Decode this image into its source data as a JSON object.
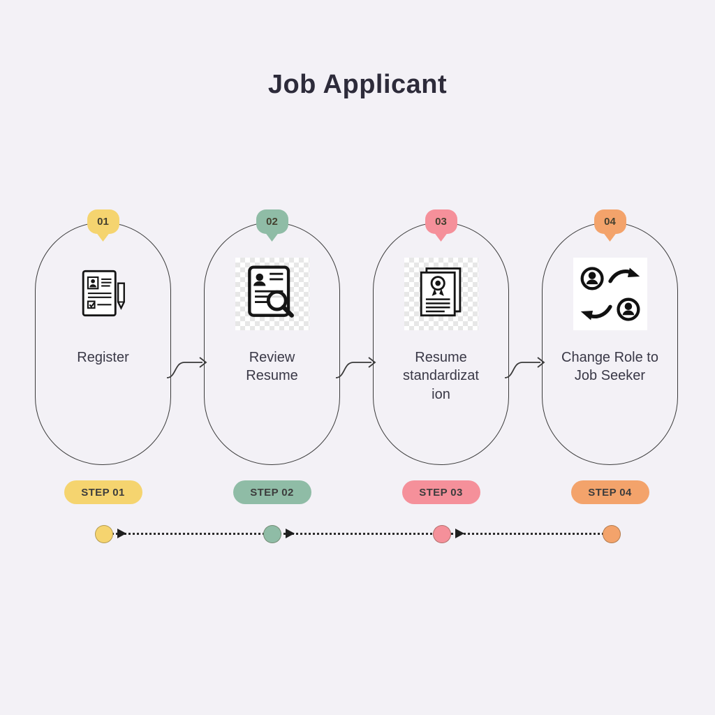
{
  "title": "Job Applicant",
  "background_color": "#f3f1f6",
  "steps": [
    {
      "number": "01",
      "icon": "register-document-icon",
      "label": "Register",
      "pill": "STEP 01",
      "color": "#F5D46F"
    },
    {
      "number": "02",
      "icon": "review-resume-magnifier-icon",
      "label": "Review\nResume",
      "pill": "STEP 02",
      "color": "#8FBCA6"
    },
    {
      "number": "03",
      "icon": "resume-certificate-icon",
      "label": "Resume\nstandardizat\nion",
      "pill": "STEP 03",
      "color": "#F5909A"
    },
    {
      "number": "04",
      "icon": "change-role-swap-icon",
      "label": "Change Role to\nJob Seeker",
      "pill": "STEP 04",
      "color": "#F3A36B"
    }
  ]
}
